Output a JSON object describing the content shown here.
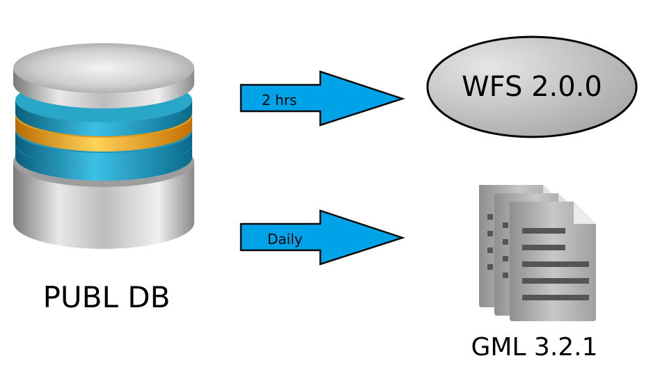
{
  "database": {
    "label": "PUBL DB",
    "icon": "database-icon",
    "colors": {
      "body": "#b8b8b8",
      "ring_blue": "#1f8fb0",
      "ring_orange": "#f2a31c"
    }
  },
  "arrows": [
    {
      "label": "2 hrs",
      "target": "WFS 2.0.0",
      "color": "#00a3e8"
    },
    {
      "label": "Daily",
      "target": "GML 3.2.1",
      "color": "#00a3e8"
    }
  ],
  "wfs": {
    "label": "WFS 2.0.0",
    "color": "#c9c9c9"
  },
  "gml": {
    "label": "GML 3.2.1",
    "icon": "documents-icon",
    "color": "#9a9a9a"
  }
}
